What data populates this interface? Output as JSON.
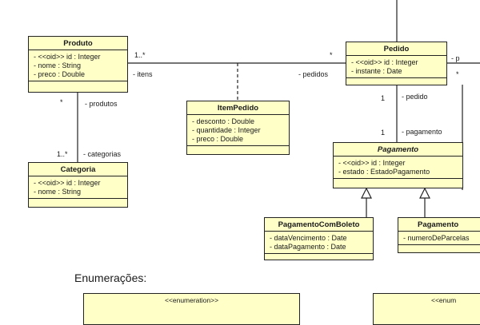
{
  "classes": {
    "produto": {
      "name": "Produto",
      "attrs": [
        "- <<oid>> id : Integer",
        "- nome : String",
        "- preco : Double"
      ]
    },
    "pedido": {
      "name": "Pedido",
      "attrs": [
        "- <<oid>> id : Integer",
        "- instante : Date"
      ]
    },
    "item_pedido": {
      "name": "ItemPedido",
      "attrs": [
        "- desconto : Double",
        "- quantidade : Integer",
        "- preco : Double"
      ]
    },
    "categoria": {
      "name": "Categoria",
      "attrs": [
        "- <<oid>> id : Integer",
        "- nome : String"
      ]
    },
    "pagamento": {
      "name": "Pagamento",
      "attrs": [
        "- <<oid>> id : Integer",
        "- estado : EstadoPagamento"
      ]
    },
    "pagamento_com_boleto": {
      "name": "PagamentoComBoleto",
      "attrs": [
        "- dataVencimento : Date",
        "- dataPagamento : Date"
      ]
    },
    "pagamento_com_cartao": {
      "name": "Pagamento",
      "attrs": [
        "- numeroDeParcelas"
      ]
    }
  },
  "labels": {
    "produto_pedido_mult_left": "1..*",
    "produto_pedido_mult_right": "*",
    "itens": "- itens",
    "pedidos": "- pedidos",
    "produtos_mult": "*",
    "produtos": "- produtos",
    "categorias_mult": "1..*",
    "categorias": "- categorias",
    "pedido_mult": "1",
    "pedido_role": "- pedido",
    "pagamento_mult": "1",
    "pagamento_role": "- pagamento",
    "right_edge_role": "- p",
    "right_edge_mult": "*"
  },
  "enumerations": {
    "title": "Enumerações:",
    "stereotype_1": "<<enumeration>>",
    "stereotype_2": "<<enum"
  },
  "colors": {
    "class_fill": "#ffffc8",
    "line": "#222222"
  }
}
